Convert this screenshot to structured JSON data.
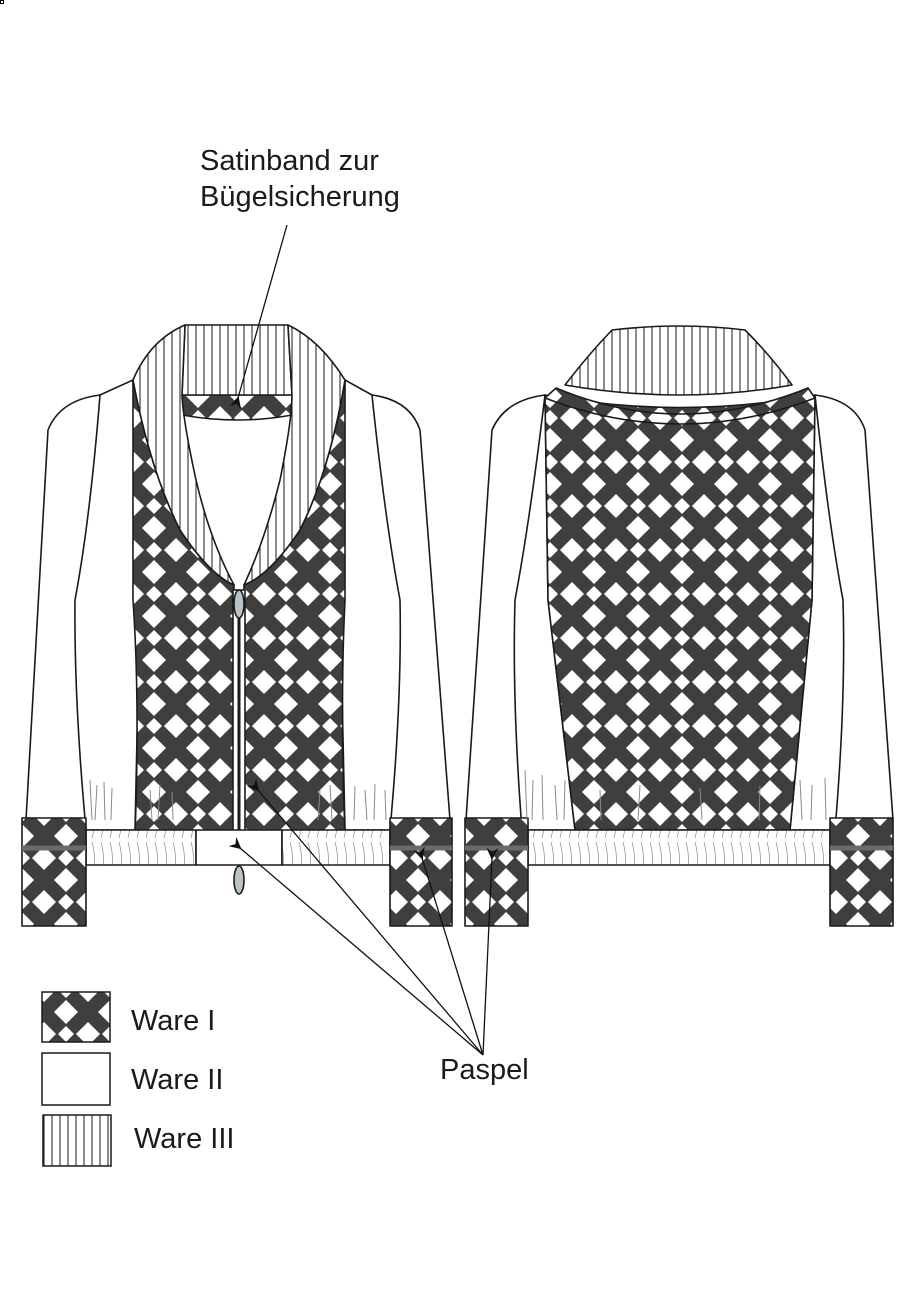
{
  "callout_top": {
    "line1": "Satinband zur",
    "line2": "Bügelsicherung"
  },
  "callout_bottom": "Paspel",
  "legend": [
    {
      "key": "ware1",
      "label": "Ware I",
      "swatch": "puzzle-pattern"
    },
    {
      "key": "ware2",
      "label": "Ware II",
      "swatch": "plain-white"
    },
    {
      "key": "ware3",
      "label": "Ware III",
      "swatch": "vertical-rib"
    }
  ],
  "colors": {
    "outline": "#1a1a1a",
    "pattern_dark": "#3f3f3f",
    "pattern_light": "#ffffff",
    "piping": "#6b6b6b",
    "zipper_pull": "#b9c3ca"
  }
}
